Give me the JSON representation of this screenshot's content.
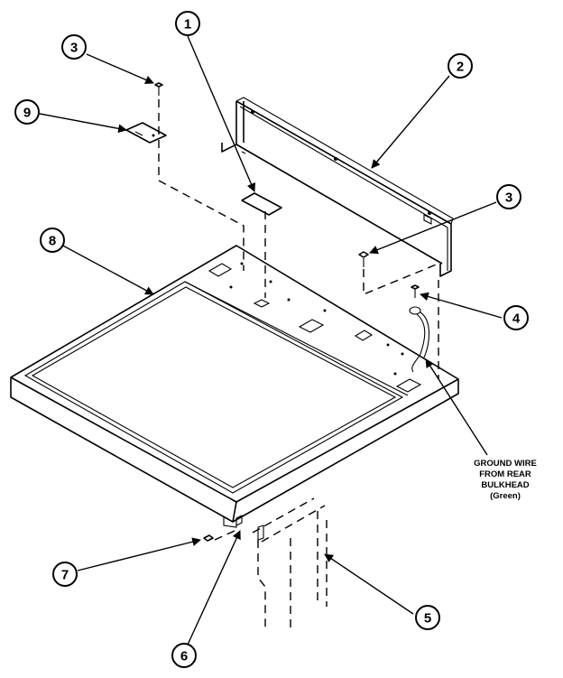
{
  "callouts": {
    "c1": "1",
    "c2": "2",
    "c3_top": "3",
    "c3_right": "3",
    "c4": "4",
    "c5": "5",
    "c6": "6",
    "c7": "7",
    "c8": "8",
    "c9": "9"
  },
  "note": {
    "line1": "GROUND WIRE",
    "line2": "FROM REAR",
    "line3": "BULKHEAD",
    "line4": "(Green)"
  }
}
